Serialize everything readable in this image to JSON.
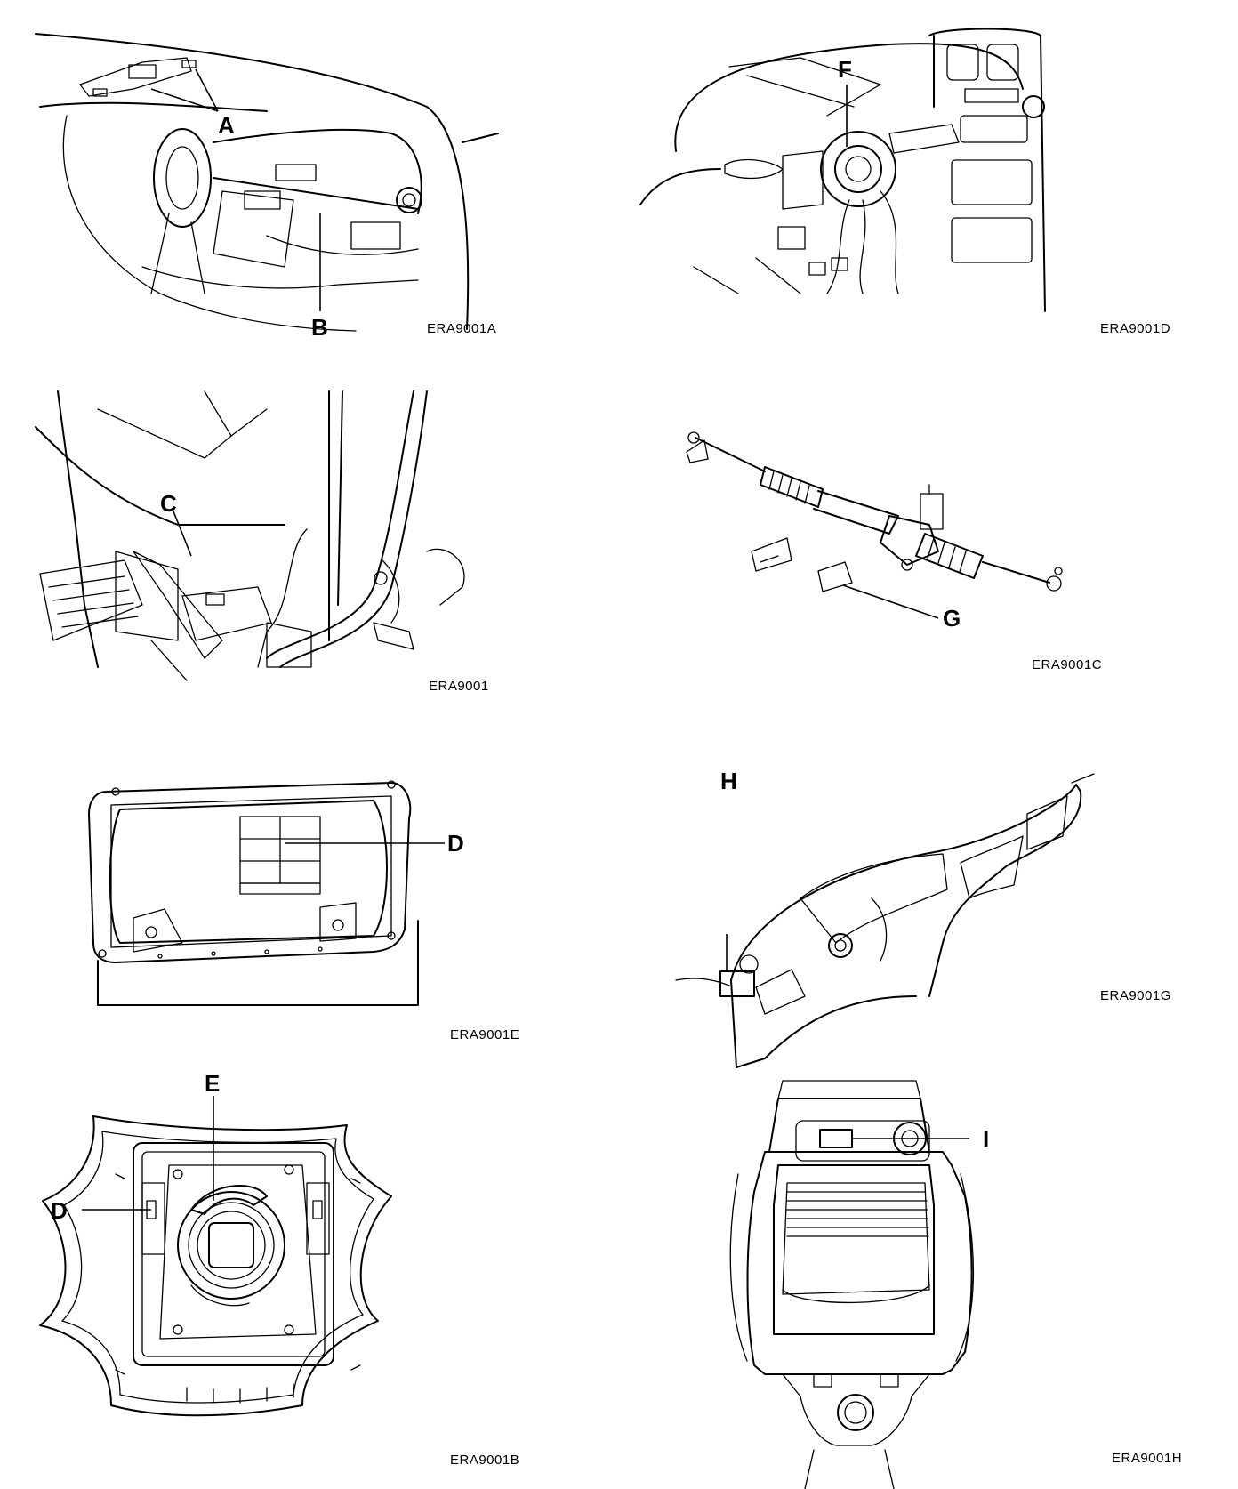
{
  "figures": [
    {
      "id": "ERA9001A",
      "callouts": [
        "A",
        "B"
      ]
    },
    {
      "id": "ERA9001D",
      "callouts": [
        "F"
      ]
    },
    {
      "id": "ERA9001",
      "callouts": [
        "C"
      ]
    },
    {
      "id": "ERA9001C",
      "callouts": [
        "G"
      ]
    },
    {
      "id": "ERA9001E",
      "callouts": [
        "D"
      ]
    },
    {
      "id": "ERA9001G",
      "callouts": [
        "H"
      ]
    },
    {
      "id": "ERA9001B",
      "callouts": [
        "E",
        "D"
      ]
    },
    {
      "id": "ERA9001H",
      "callouts": [
        "I"
      ]
    }
  ],
  "colors": {
    "ink": "#000000",
    "paper": "#ffffff"
  }
}
